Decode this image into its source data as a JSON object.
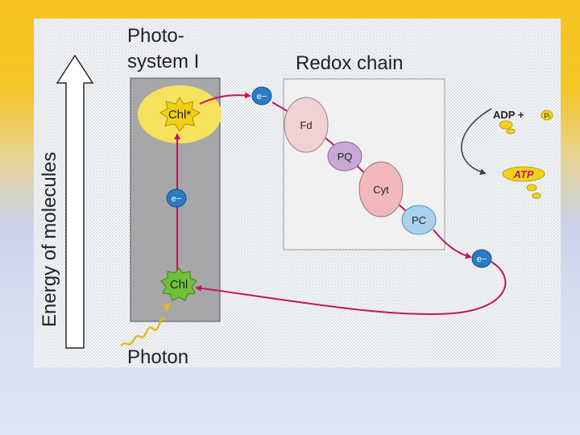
{
  "diagram": {
    "axis_label": "Energy of  molecules",
    "photosystem_title_line1": "Photo-",
    "photosystem_title_line2": "system I",
    "redox_title": "Redox chain",
    "photon_label": "Photon",
    "chl_excited": "Chl*",
    "chl_ground": "Chl",
    "electron_label": "e−",
    "carriers": [
      "Fd",
      "PQ",
      "Cyt",
      "PC"
    ],
    "adp_label": "ADP +",
    "pi_label": "P",
    "pi_sub": "i",
    "atp_label": "ATP"
  },
  "colors": {
    "photosystem_box": "#a7a7a9",
    "redox_box": "#f1f1f2",
    "arrow_crimson": "#c0185a",
    "chl_green": "#6fc238",
    "chl_star_core": "#f3d31a",
    "chl_star_halo": "#fbe55a",
    "electron_blue": "#2b7bc4",
    "fd_fill": "#f0d2d5",
    "pq_fill": "#c9a8d4",
    "cyt_fill": "#f2b9bd",
    "pc_fill": "#a9d2ee",
    "atp_yellow": "#f5d31c"
  }
}
